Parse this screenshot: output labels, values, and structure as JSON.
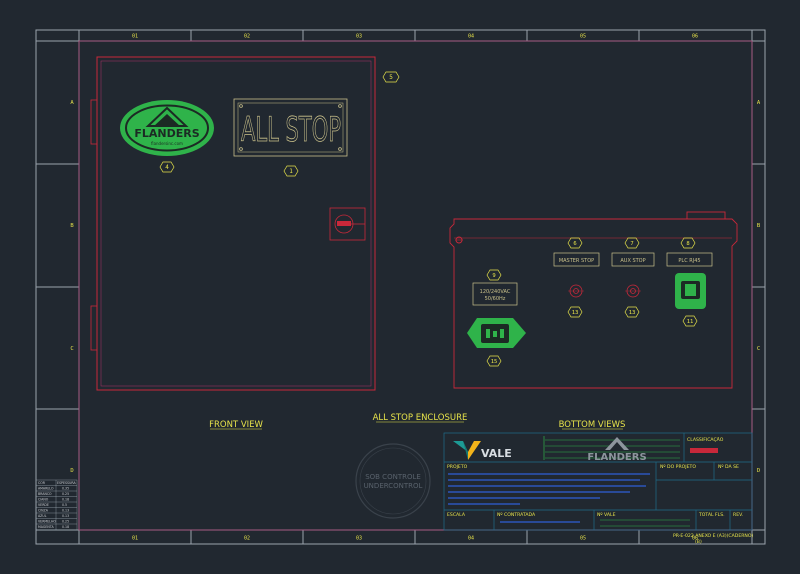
{
  "colors": {
    "background": "#212830",
    "border": "#9aa3ad",
    "magenta": "#b0306a",
    "red": "#c8283a",
    "green": "#2fb34a",
    "yellow": "#e7e34a",
    "tan": "#c9c08a",
    "teal": "#3aa7c9",
    "blue": "#2f5fd6",
    "dark_cyan": "#1f6d8a",
    "vale_teal": "#1d9a95",
    "vale_yellow": "#f2b31a"
  },
  "columns_top": [
    "01",
    "02",
    "03",
    "04",
    "05",
    "06"
  ],
  "columns_bottom": [
    "01",
    "02",
    "03",
    "04",
    "05",
    "06"
  ],
  "rows_left": [
    "A",
    "B",
    "C",
    "D"
  ],
  "rows_right": [
    "A",
    "B",
    "C",
    "D"
  ],
  "front": {
    "logo_text": "FLANDERS",
    "logo_subtext": "flandersinc.com",
    "all_stop_label": "ALL STOP",
    "callouts": {
      "logo": "4",
      "label": "1",
      "enclosure": "5"
    },
    "view_title": "FRONT VIEW"
  },
  "bottom": {
    "callouts": {
      "master_stop": "6",
      "aux_stop": "7",
      "plc_rj45": "8",
      "power": "9",
      "plc_port": "11",
      "stop_left": "13",
      "stop_right": "13",
      "inlet": "15"
    },
    "labels": {
      "master_stop": "MASTER STOP",
      "aux_stop": "AUX STOP",
      "plc_rj45": "PLC RJ45",
      "power_line1": "120/240VAC",
      "power_line2": "50/60Hz"
    },
    "view_title": "BOTTOM VIEWS"
  },
  "main_title": "ALL STOP ENCLOSURE",
  "stamp": {
    "line1": "SOB CONTROLE",
    "line2": "UNDERCONTROL"
  },
  "title_block": {
    "vale": "VALE",
    "flanders": "FLANDERS",
    "classificacao": "CLASSIFICAÇÃO",
    "projeto": "PROJETO",
    "n_do_projeto": "Nº DO PROJETO",
    "n_da_se": "Nº DA SE",
    "escala": "ESCALA",
    "n_contratada": "Nº CONTRATADA",
    "n_vale": "Nº VALE",
    "total_fls": "TOTAL FLS.",
    "rev": "REV.",
    "footer_line1": "PR-E-022 ANEXO E (A3)(CADERNO)",
    "footer_line2": "(B)"
  },
  "layer_table": {
    "headers": [
      "COR",
      "ESPESSURA"
    ],
    "rows": [
      [
        "AMARELO",
        "0.35"
      ],
      [
        "BRANCO",
        "0.25"
      ],
      [
        "CIANO",
        "0.18"
      ],
      [
        "VERDE",
        "0.5"
      ],
      [
        "CINZA",
        "0.13"
      ],
      [
        "AZUL",
        "0.13"
      ],
      [
        "VERMELHO",
        "0.25"
      ],
      [
        "MAGENTA",
        "0.18"
      ]
    ]
  }
}
